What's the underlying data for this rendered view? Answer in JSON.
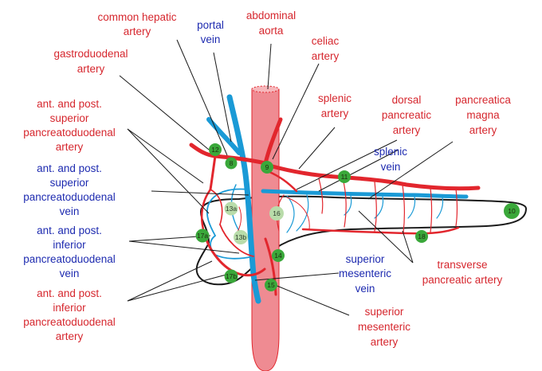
{
  "labels": {
    "common_hepatic_artery": [
      "common hepatic",
      "artery"
    ],
    "portal_vein": [
      "portal",
      "vein"
    ],
    "abdominal_aorta": [
      "abdominal",
      "aorta"
    ],
    "celiac_artery": [
      "celiac",
      "artery"
    ],
    "gastroduodenal_artery": [
      "gastroduodenal",
      "artery"
    ],
    "sup_pd_artery": [
      "ant. and post.",
      "superior",
      "pancreatoduodenal",
      "artery"
    ],
    "splenic_artery": [
      "splenic",
      "artery"
    ],
    "dorsal_pancreatic_artery": [
      "dorsal",
      "pancreatic",
      "artery"
    ],
    "pancreatica_magna_artery": [
      "pancreatica",
      "magna",
      "artery"
    ],
    "splenic_vein": [
      "splenic",
      "vein"
    ],
    "sup_pd_vein": [
      "ant. and post.",
      "superior",
      "pancreatoduodenal",
      "vein"
    ],
    "inf_pd_vein": [
      "ant. and post.",
      "inferior",
      "pancreatoduodenal",
      "vein"
    ],
    "sup_mesenteric_vein": [
      "superior",
      "mesenteric",
      "vein"
    ],
    "transverse_pancreatic_artery": [
      "transverse",
      "pancreatic artery"
    ],
    "inf_pd_artery": [
      "ant. and post.",
      "inferior",
      "pancreatoduodenal",
      "artery"
    ],
    "sup_mesenteric_artery": [
      "superior",
      "mesenteric",
      "artery"
    ]
  },
  "nodes": {
    "n12": "12",
    "n8": "8",
    "n9": "9",
    "n11": "11",
    "n10": "10",
    "n13a": "13a",
    "n16": "16",
    "n13b": "13b",
    "n17a": "17a",
    "n14": "14",
    "n17b": "17b",
    "n15": "15",
    "n18": "18"
  },
  "colors": {
    "artery": "#e2262d",
    "vein": "#1a9ad6",
    "aorta_fill": "#ef8b92",
    "node_fill": "#3aa83a",
    "node_light_fill": "#b9dcaa",
    "red_text": "#d6272e",
    "blue_text": "#1e2bb0"
  }
}
